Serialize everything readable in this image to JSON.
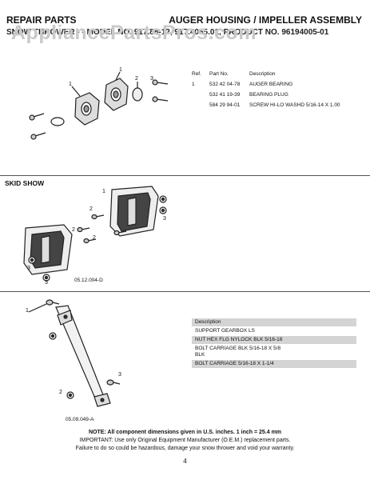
{
  "header": {
    "left_title": "REPAIR PARTS",
    "right_title": "AUGER HOUSING / IMPELLER ASSEMBLY",
    "model_line": "SNOW THROWER - - MODEL NO. 917.88-12, 917.4055.01, PRODUCT NO. 96194005-01",
    "watermark": "AppliancePartsPros.com"
  },
  "table1": {
    "headers": {
      "ref": "Ref.",
      "part": "Part No.",
      "desc": "Description"
    },
    "rows": [
      {
        "ref": "1",
        "part": "532 42 04-78",
        "desc": "AUGER BEARING"
      },
      {
        "ref": "",
        "part": "532 41 19-39",
        "desc": "BEARING PLUG"
      },
      {
        "ref": "",
        "part": "584 29 94-01",
        "desc": "SCREW HI-LO WASHD 5/16-14 X 1.00"
      }
    ]
  },
  "diagram1": {
    "labels": [
      "1",
      "1",
      "2",
      "3"
    ]
  },
  "skid": {
    "title": "SKID SHOW",
    "code": "05.12.004-D",
    "labels": [
      "1",
      "2",
      "2",
      "3",
      "3",
      "2",
      "3"
    ]
  },
  "table2": {
    "header": "Description",
    "rows": [
      "SUPPORT GEARBOX LS",
      "NUT HEX FLG NYLOCK BLK 5/16-18",
      "BOLT CARRIAGE BLK 5/16-18 X 5/8 BLK",
      "BOLT CARRIAGE 5/16-18 X 1-1/4"
    ]
  },
  "diagram3": {
    "code": "05.09.049-A",
    "labels": [
      "1",
      "3",
      "2"
    ]
  },
  "notes": {
    "note": "NOTE:  All component dimensions given in U.S. inches.    1 inch = 25.4 mm",
    "important": "IMPORTANT: Use only Original Equipment Manufacturer (O.E.M.) replacement parts.",
    "failure": "Failure to do so could be hazardous, damage your snow thrower and void your warranty."
  },
  "page_number": "4"
}
